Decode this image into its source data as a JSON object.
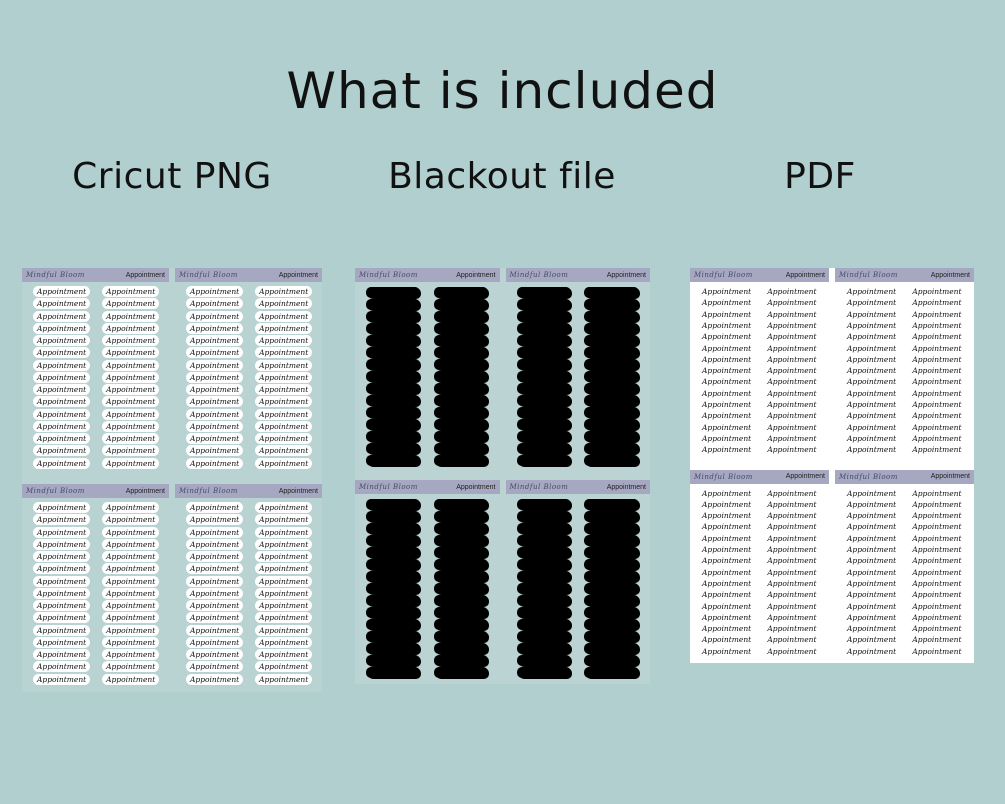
{
  "title": "What is included",
  "sections": [
    {
      "label": "Cricut PNG",
      "style": "cricut"
    },
    {
      "label": "Blackout file",
      "style": "black"
    },
    {
      "label": "PDF",
      "style": "pdf"
    }
  ],
  "sheet": {
    "brand": "Mindful Bloom",
    "header": "Appointment",
    "item_label": "Appointment",
    "rows_per_column": 15,
    "columns": 2
  }
}
